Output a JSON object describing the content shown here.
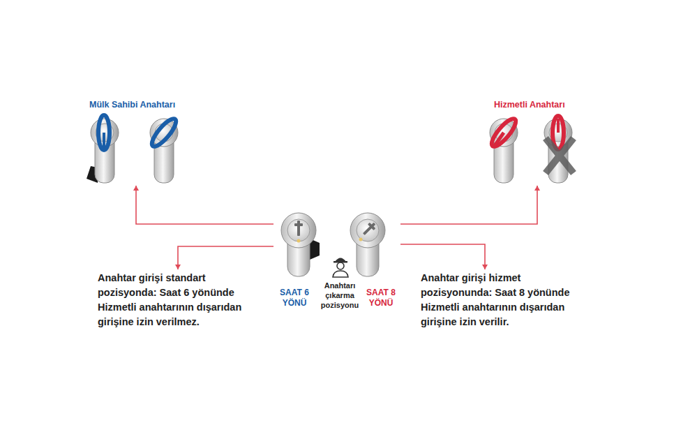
{
  "diagram": {
    "nodes": [
      {
        "text": [
          "Mülk Sahibi Anahtarı"
        ]
      },
      {
        "text": [
          "Hizmetli Anahtarı"
        ]
      },
      {
        "text": [
          "SAAT 6 YÖNÜ"
        ]
      },
      {
        "text": [
          "SAAT 8 YÖNÜ"
        ]
      },
      {
        "text": [
          "Anahtar girişi standart pozisyonda: Saat 6 yönünde Hizmetli anahtarının dışarıdan girişine izin verilmez."
        ]
      },
      {
        "text": [
          "Anahtar girişi hizmet pozisyonunda: Saat 8 yönünde Hizmetli anahtarının dışarıdan girişine izin verilir."
        ]
      }
    ],
    "edges": [
      {
        "from": 2,
        "to": 0,
        "arrow": "to"
      },
      {
        "from": 2,
        "to": 4,
        "arrow": "to"
      },
      {
        "from": 3,
        "to": 1,
        "arrow": "to"
      },
      {
        "from": 3,
        "to": 5,
        "arrow": "to"
      }
    ],
    "labels": [
      "Anahtarı çıkarma pozisyonu"
    ]
  }
}
